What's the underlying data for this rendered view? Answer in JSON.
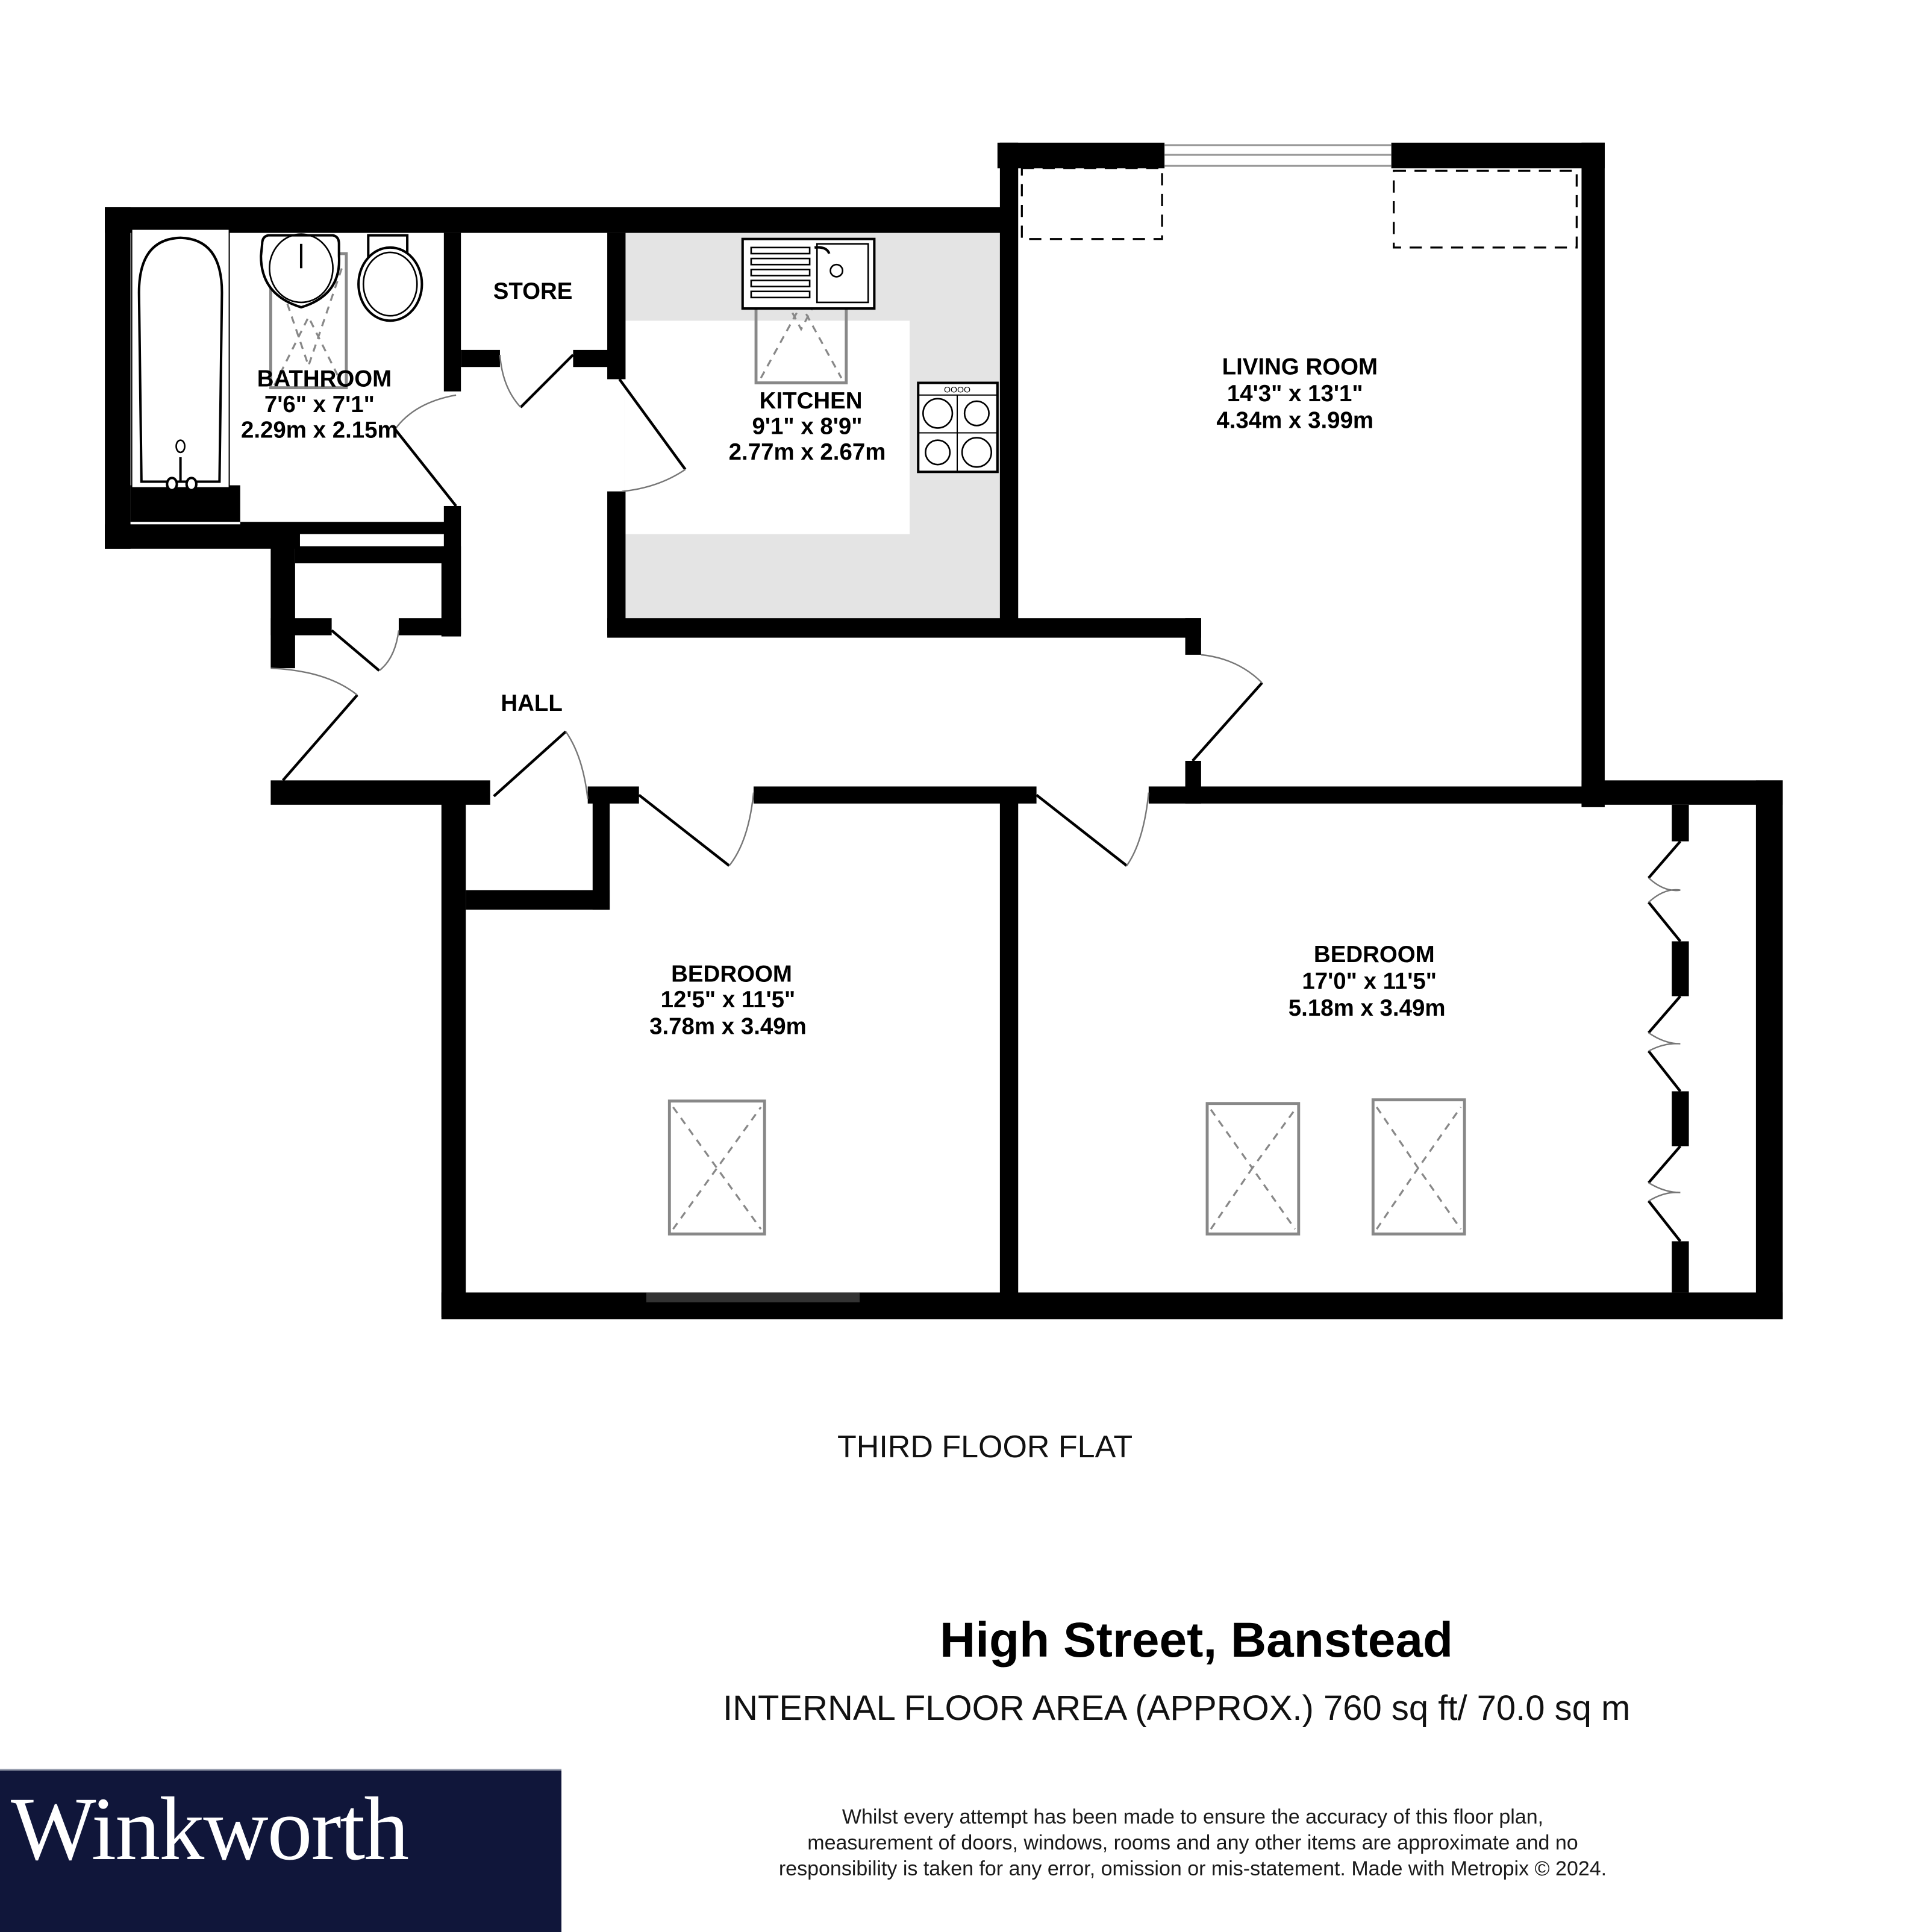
{
  "plan": {
    "floor_name": "THIRD FLOOR FLAT",
    "rooms": [
      {
        "id": "bathroom",
        "name": "BATHROOM",
        "imperial": "7'6\"  x 7'1\"",
        "metric": "2.29m  x 2.15m"
      },
      {
        "id": "store",
        "name": "STORE"
      },
      {
        "id": "kitchen",
        "name": "KITCHEN",
        "imperial": "9'1\"  x 8'9\"",
        "metric": "2.77m  x 2.67m"
      },
      {
        "id": "living_room",
        "name": "LIVING ROOM",
        "imperial": "14'3\"  x 13'1\"",
        "metric": "4.34m  x 3.99m"
      },
      {
        "id": "hall",
        "name": "HALL"
      },
      {
        "id": "bedroom_1",
        "name": "BEDROOM",
        "imperial": "12'5\"  x 11'5\"",
        "metric": "3.78m  x 3.49m"
      },
      {
        "id": "bedroom_2",
        "name": "BEDROOM",
        "imperial": "17'0\"  x 11'5\"",
        "metric": "5.18m  x 3.49m"
      }
    ],
    "kitchen_hob_label": "OOOO"
  },
  "property": {
    "address": "High Street, Banstead",
    "area": "INTERNAL FLOOR AREA (APPROX.) 760 sq ft/ 70.0 sq m"
  },
  "disclaimer": {
    "lines": [
      "Whilst every attempt has been made to ensure the accuracy of this floor plan,",
      "measurement of doors, windows, rooms and any other items are approximate and no",
      "responsibility is taken for any error, omission or mis-statement. Made with Metropix © 2024."
    ]
  },
  "brand": {
    "name": "Winkworth",
    "bar_color": "#10163a",
    "text_color": "#ffffff"
  },
  "colors": {
    "wall": "#000000",
    "kitchen_worktop": "#e4e4e4",
    "skylight": "#888888"
  }
}
